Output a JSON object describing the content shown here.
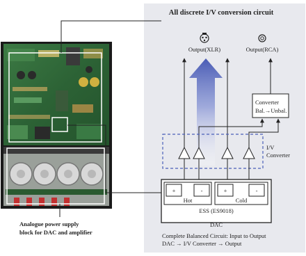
{
  "diagram": {
    "title": "All discrete I/V conversion circuit",
    "outputs": {
      "xlr_label": "Output(XLR)",
      "rca_label": "Output(RCA)"
    },
    "converter_box": {
      "line1": "Converter",
      "line2": "Bal.→Unbal."
    },
    "iv_converter": {
      "line1": "I/V",
      "line2": "Converter"
    },
    "dac_chip": {
      "plus_symbol": "+",
      "minus_symbol": "-",
      "hot_label": "Hot",
      "cold_label": "Cold",
      "chip_label": "ESS (ES9018)",
      "dac_label": "DAC"
    },
    "footnote": {
      "line1": "Complete Balanced Circuit: Input to Output",
      "line2": "DAC → I/V Converter → Output"
    },
    "photo_caption": {
      "line1": "Analogue power supply",
      "line2": "block for DAC and amplifier"
    }
  },
  "colors": {
    "panel_bg": "#e8e9ee",
    "arrow_blue": "#5b6fbf",
    "iv_dashed": "#4a5fb8",
    "pcb_green": "#2f6a3a"
  }
}
